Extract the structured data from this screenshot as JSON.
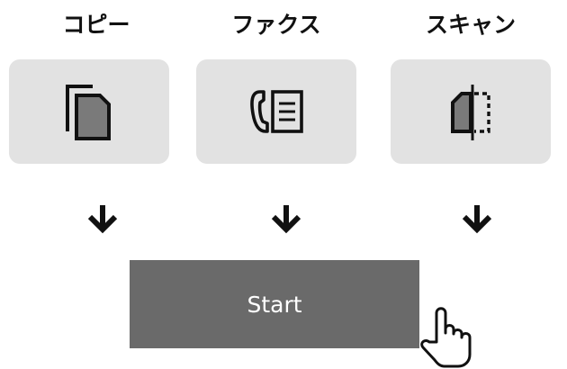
{
  "modes": [
    {
      "label": "コピー",
      "icon": "copy-icon"
    },
    {
      "label": "ファクス",
      "icon": "fax-icon"
    },
    {
      "label": "スキャン",
      "icon": "scan-icon"
    }
  ],
  "start_button": {
    "label": "Start"
  },
  "colors": {
    "tile_bg": "#e2e2e2",
    "start_bg": "#6a6a6a",
    "icon_fill": "#7a7a7a",
    "arrow": "#111111"
  },
  "cursor_icon": "hand-pointer-icon",
  "arrow_icon": "arrow-down-icon"
}
